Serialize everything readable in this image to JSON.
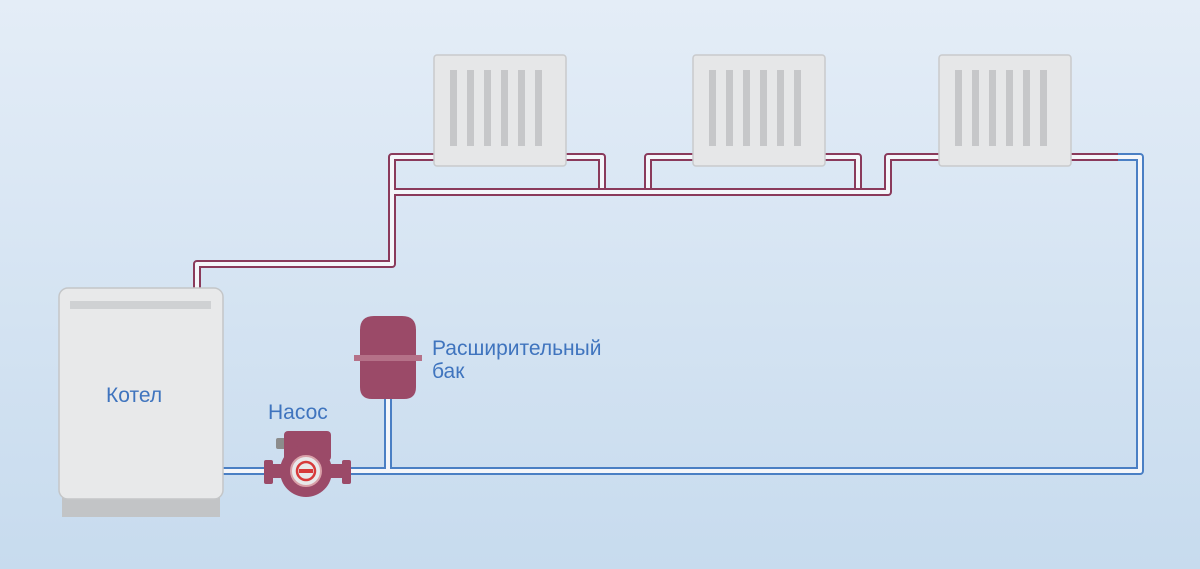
{
  "labels": {
    "boiler": "Котел",
    "pump": "Насос",
    "tank_line1": "Расширительный",
    "tank_line2": "бак"
  },
  "colors": {
    "background_top": "#e4edf7",
    "background_bottom": "#c7dbee",
    "supply_pipe": "#8a3a5b",
    "return_pipe": "#4a7fc4",
    "pipe_fill": "#f4f6fa",
    "equipment": "#9b4a68",
    "radiator": "#e6e7e8",
    "boiler": "#e8e9ea",
    "label_text": "#3f74be"
  },
  "radiator_count": 3
}
